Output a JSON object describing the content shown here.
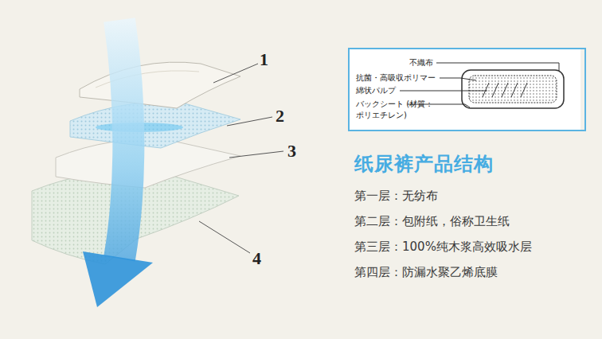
{
  "diagram": {
    "title": "纸尿裤产品结构",
    "nodes": [
      {
        "text": [
          "不織布",
          "抗菌・高吸収ポリマー",
          "綿状パルプ",
          "バックシート (材質：ポリエチレン)"
        ]
      }
    ],
    "labels": [
      "1",
      "2",
      "3",
      "4",
      "第一层：无纺布",
      "第二层：包附纸，俗称卫生纸",
      "第三层：100%纯木浆高效吸水层",
      "第四层：防漏水聚乙烯底膜"
    ]
  }
}
